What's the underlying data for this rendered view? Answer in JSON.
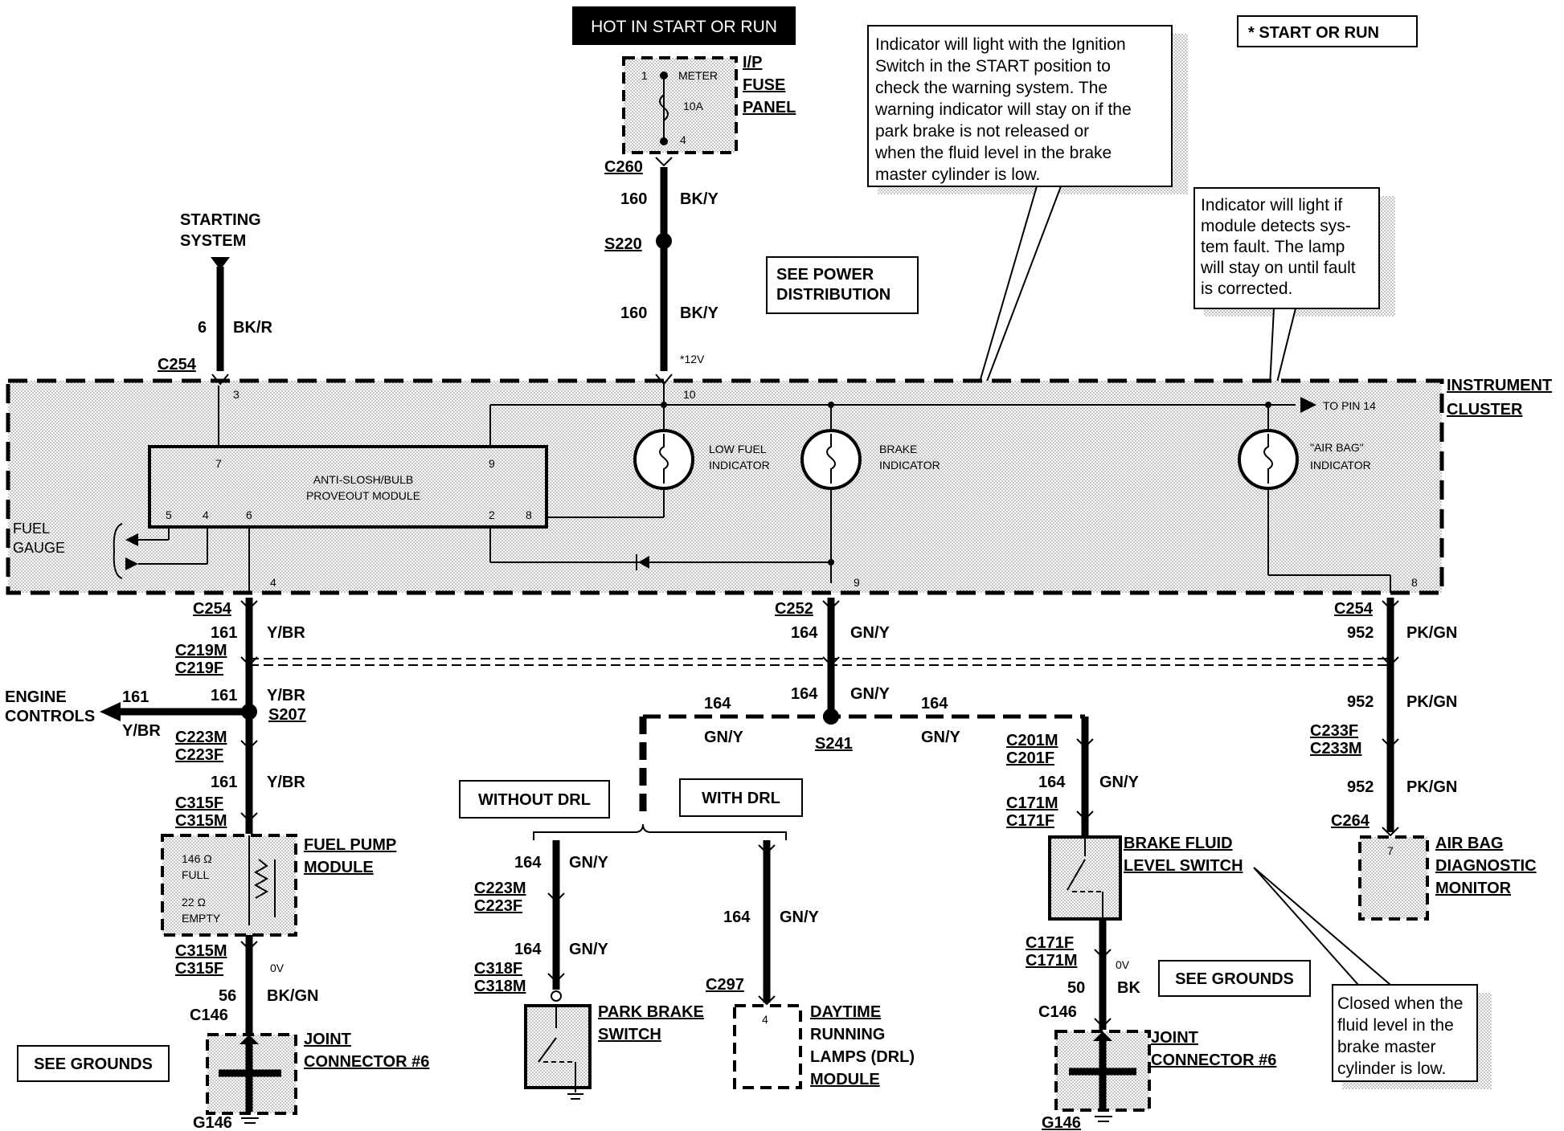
{
  "header": {
    "hot_label": "HOT IN START OR RUN",
    "start_or_run": "*   START OR RUN"
  },
  "fuse_panel": {
    "title1": "I/P",
    "title2": "FUSE",
    "title3": "PANEL",
    "meter": "METER",
    "amps": "10A",
    "pin_top": "1",
    "pin_bottom": "4"
  },
  "notes": {
    "brake_note": [
      "Indicator will light with the Ignition",
      "Switch in the START position to",
      "check the warning system.  The",
      "warning indicator will stay on if the",
      "park brake is not released or",
      "when the fluid level in the brake",
      "master cylinder is low."
    ],
    "airbag_note": [
      "Indicator will light if",
      "module detects sys-",
      "tem fault.  The lamp",
      "will stay on until fault",
      "is corrected."
    ],
    "fluid_note": [
      "Closed when the",
      "fluid level in the",
      "brake     master",
      "cylinder is low."
    ]
  },
  "boxes": {
    "see_power": [
      "SEE POWER",
      "DISTRIBUTION"
    ],
    "see_grounds_left": "SEE GROUNDS",
    "see_grounds_right": "SEE GROUNDS",
    "without_drl": "WITHOUT DRL",
    "with_drl": "WITH DRL"
  },
  "cluster": {
    "title1": "INSTRUMENT",
    "title2": "CLUSTER",
    "module1": "ANTI-SLOSH/BULB",
    "module2": "PROVEOUT MODULE",
    "low_fuel1": "LOW FUEL",
    "low_fuel2": "INDICATOR",
    "brake1": "BRAKE",
    "brake2": "INDICATOR",
    "airbag1": "\"AIR BAG\"",
    "airbag2": "INDICATOR",
    "fuel_gauge1": "FUEL",
    "fuel_gauge2": "GAUGE",
    "to_pin": "TO PIN 14",
    "v12": "*12V",
    "pins": {
      "p3": "3",
      "p10": "10",
      "p7": "7",
      "p9": "9",
      "p5": "5",
      "p4": "4",
      "p6": "6",
      "p2": "2",
      "p8": "8",
      "p4b": "4",
      "p9b": "9",
      "p8b": "8"
    }
  },
  "starting": {
    "label1": "STARTING",
    "label2": "SYSTEM",
    "circuit": "6",
    "color": "BK/R",
    "connector": "C254"
  },
  "power_feed": {
    "c260": "C260",
    "circuit1": "160",
    "color1": "BK/Y",
    "splice": "S220",
    "circuit2": "160",
    "color2": "BK/Y"
  },
  "fuel_branch": {
    "c254": "C254",
    "circuit1": "161",
    "color1": "Y/BR",
    "c219m": "C219M",
    "c219f": "C219F",
    "circuit2": "161",
    "color2": "Y/BR",
    "splice": "S207",
    "engine1": "ENGINE",
    "engine2": "CONTROLS",
    "engine_circuit": "161",
    "engine_color": "Y/BR",
    "c223m": "C223M",
    "c223f": "C223F",
    "circuit3": "161",
    "color3": "Y/BR",
    "c315f": "C315F",
    "c315m": "C315M",
    "module1": "FUEL PUMP",
    "module2": "MODULE",
    "full_ohm": "146 Ω",
    "full": "FULL",
    "empty_ohm": "22 Ω",
    "empty": "EMPTY",
    "c315m_b": "C315M",
    "c315f_b": "C315F",
    "volts": "0V",
    "circuit4": "56",
    "color4": "BK/GN",
    "c146": "C146",
    "joint1": "JOINT",
    "joint2": "CONNECTOR #6",
    "ground": "G146"
  },
  "brake_branch": {
    "c252": "C252",
    "circuit1": "164",
    "color1": "GN/Y",
    "circuit2": "164",
    "color2": "GN/Y",
    "splice": "S241",
    "left_circuit": "164",
    "left_color": "GN/Y",
    "right_circuit": "164",
    "right_color": "GN/Y",
    "c223m": "C223M",
    "c223f": "C223F",
    "pb_circuit1": "164",
    "pb_color1": "GN/Y",
    "pb_circuit2": "164",
    "pb_color2": "GN/Y",
    "c318f": "C318F",
    "c318m": "C318M",
    "park1": "PARK BRAKE",
    "park2": "SWITCH",
    "drl_circuit": "164",
    "drl_color": "GN/Y",
    "c297": "C297",
    "drl_pin": "4",
    "drl1": "DAYTIME",
    "drl2": "RUNNING",
    "drl3": "LAMPS (DRL)",
    "drl4": "MODULE",
    "c201m": "C201M",
    "c201f": "C201F",
    "bf_circuit": "164",
    "bf_color": "GN/Y",
    "c171m": "C171M",
    "c171f": "C171F",
    "bf1": "BRAKE FLUID",
    "bf2": "LEVEL SWITCH",
    "c171f_b": "C171F",
    "c171m_b": "C171M",
    "volts": "0V",
    "gnd_circuit": "50",
    "gnd_color": "BK",
    "c146": "C146",
    "joint1": "JOINT",
    "joint2": "CONNECTOR #6",
    "ground": "G146"
  },
  "airbag_branch": {
    "c254": "C254",
    "circuit1": "952",
    "color1": "PK/GN",
    "circuit2": "952",
    "color2": "PK/GN",
    "c233f": "C233F",
    "c233m": "C233M",
    "circuit3": "952",
    "color3": "PK/GN",
    "c264": "C264",
    "pin": "7",
    "mon1": "AIR BAG",
    "mon2": "DIAGNOSTIC",
    "mon3": "MONITOR"
  }
}
